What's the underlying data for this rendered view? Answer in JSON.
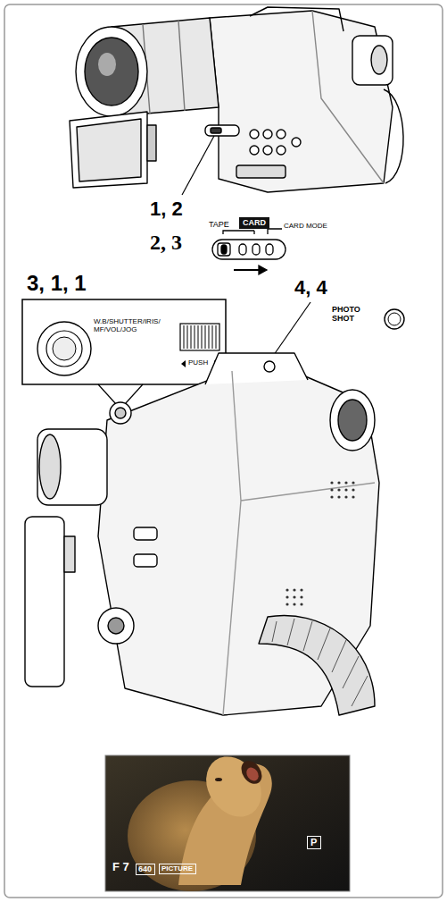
{
  "diagram": {
    "nodes": [
      {
        "text": [
          "W.B/SHUTTER/IRIS/ MF/VOL/JOG",
          "PUSH"
        ]
      },
      {
        "text": [
          "CARD"
        ]
      },
      {
        "text": [
          "F 7"
        ]
      },
      {
        "text": [
          "P"
        ],
        "in": 2
      },
      {
        "text": [
          "640"
        ],
        "in": 2
      },
      {
        "text": [
          "PICTURE"
        ],
        "in": 2
      }
    ],
    "labels": [
      "1, 2",
      "2, 3",
      "TAPE",
      "CARD MODE",
      "3, 1, 1",
      "4, 4",
      "PHOTO SHOT"
    ]
  }
}
